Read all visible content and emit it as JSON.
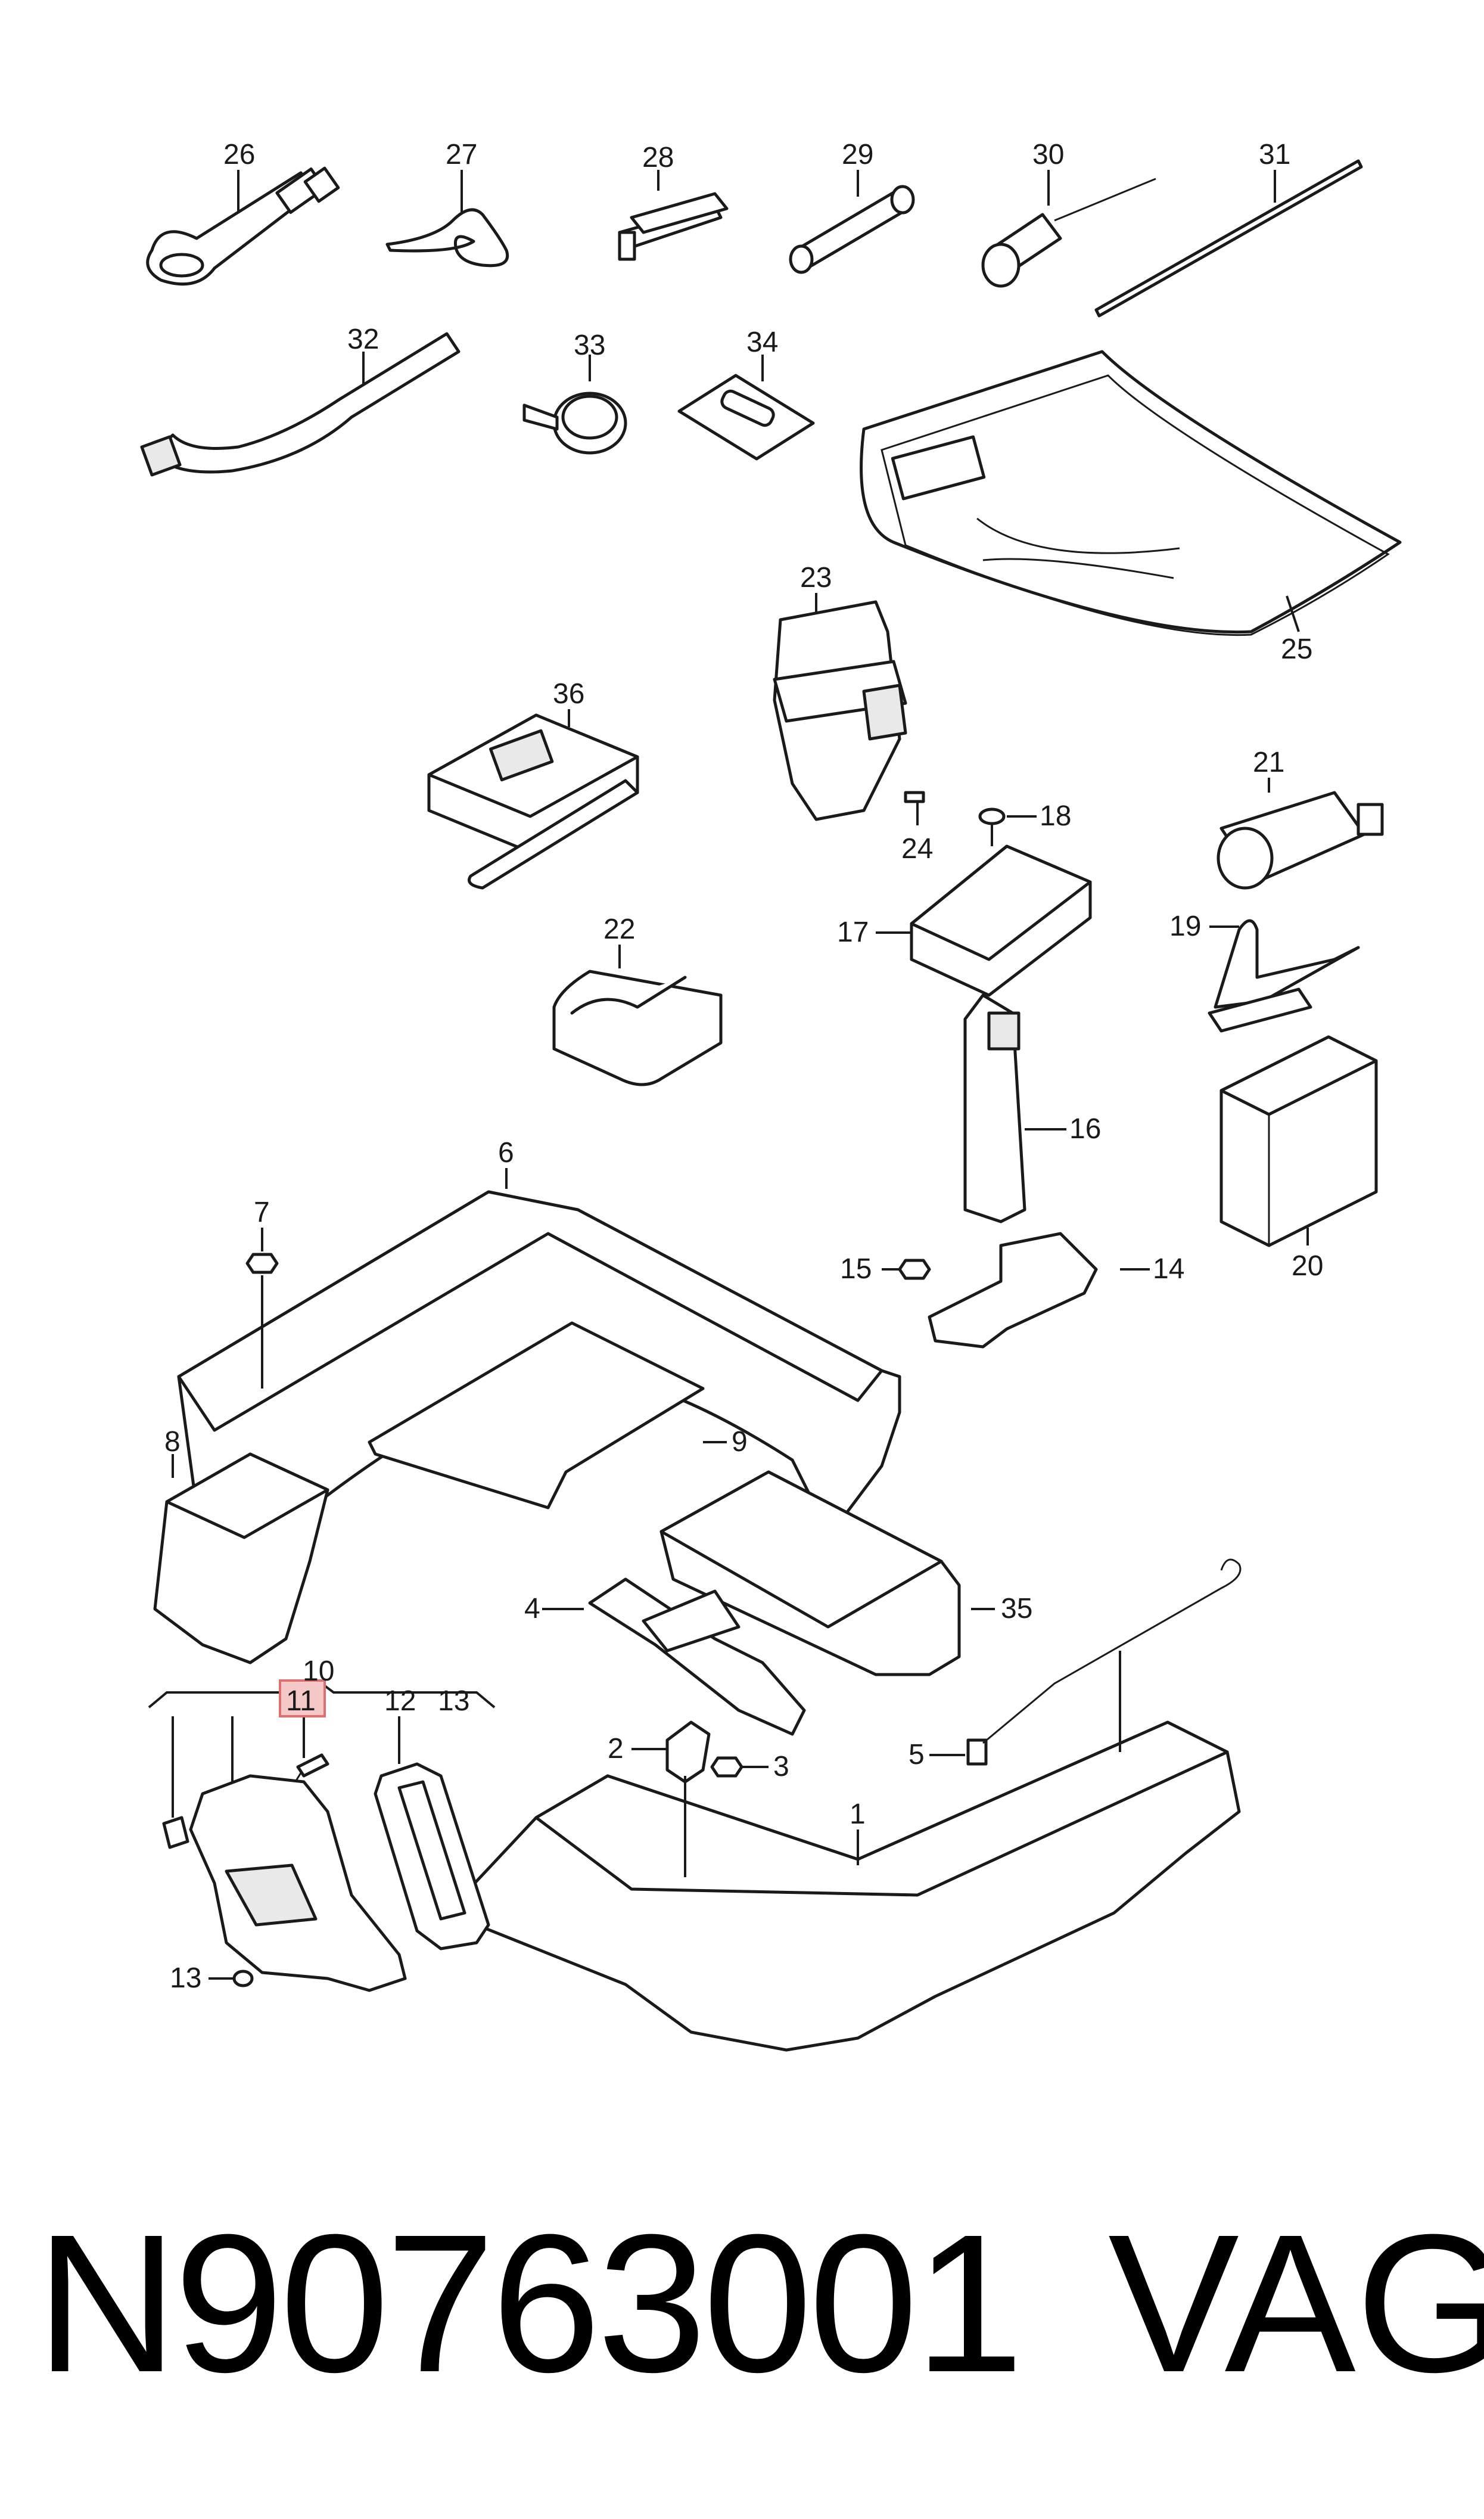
{
  "labels": {
    "l1": "1",
    "l2": "2",
    "l3": "3",
    "l4": "4",
    "l5": "5",
    "l6": "6",
    "l7": "7",
    "l8": "8",
    "l9": "9",
    "l10": "10",
    "l11": "11",
    "l12": "12",
    "l13a": "13",
    "l13b": "13",
    "l14": "14",
    "l15": "15",
    "l16": "16",
    "l17": "17",
    "l18": "18",
    "l19": "19",
    "l20": "20",
    "l21": "21",
    "l22": "22",
    "l23": "23",
    "l24": "24",
    "l25": "25",
    "l26": "26",
    "l27": "27",
    "l28": "28",
    "l29": "29",
    "l30": "30",
    "l31": "31",
    "l32": "32",
    "l33": "33",
    "l34": "34",
    "l35": "35",
    "l36": "36"
  },
  "highlighted_label": "11",
  "highlight_color": "#f6c9c9",
  "caption": {
    "part_number": "N90763001",
    "brand": "VAG"
  }
}
